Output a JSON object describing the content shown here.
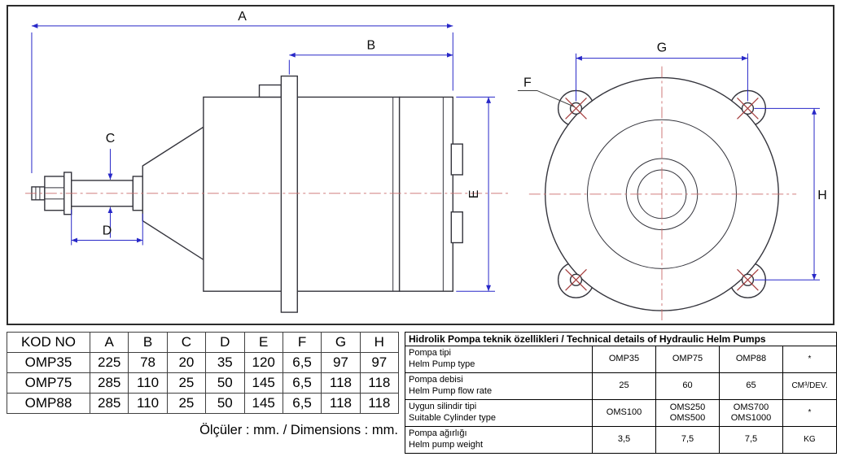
{
  "drawing": {
    "labels": {
      "A": "A",
      "B": "B",
      "C": "C",
      "D": "D",
      "E": "E",
      "F": "F",
      "G": "G",
      "H": "H"
    },
    "colors": {
      "dim": "#2828c8",
      "line": "#34343c",
      "centerline": "#c96a6a",
      "xmark": "#a43b3b"
    }
  },
  "dim_table": {
    "headers": [
      "KOD NO",
      "A",
      "B",
      "C",
      "D",
      "E",
      "F",
      "G",
      "H"
    ],
    "rows": [
      [
        "OMP35",
        "225",
        "78",
        "20",
        "35",
        "120",
        "6,5",
        "97",
        "97"
      ],
      [
        "OMP75",
        "285",
        "110",
        "25",
        "50",
        "145",
        "6,5",
        "118",
        "118"
      ],
      [
        "OMP88",
        "285",
        "110",
        "25",
        "50",
        "145",
        "6,5",
        "118",
        "118"
      ]
    ],
    "caption": "Ölçüler : mm. / Dimensions : mm."
  },
  "spec_table": {
    "title": "Hidrolik Pompa teknik özellikleri / Technical details of Hydraulic Helm Pumps",
    "rows": [
      {
        "label_tr": "Pompa tipi",
        "label_en": "Helm Pump type",
        "values": [
          "OMP35",
          "OMP75",
          "OMP88",
          "*"
        ]
      },
      {
        "label_tr": "Pompa debisi",
        "label_en": "Helm Pump flow rate",
        "values": [
          "25",
          "60",
          "65",
          "CM³/DEV."
        ]
      },
      {
        "label_tr": "Uygun silindir tipi",
        "label_en": "Suitable Cylinder type",
        "values": [
          "OMS100",
          "OMS250\nOMS500",
          "OMS700\nOMS1000",
          "*"
        ]
      },
      {
        "label_tr": "Pompa ağırlığı",
        "label_en": "Helm pump weight",
        "values": [
          "3,5",
          "7,5",
          "7,5",
          "KG"
        ]
      }
    ]
  }
}
